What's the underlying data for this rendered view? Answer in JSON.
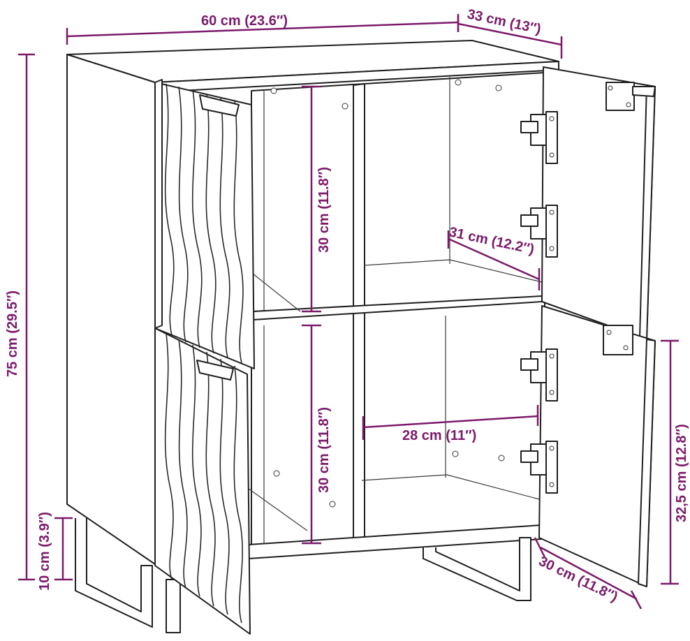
{
  "diagram": {
    "line_color": "#7b1a6b",
    "dimensions": {
      "width": "60 cm (23.6″)",
      "depth": "33 cm (13″)",
      "height": "75 cm (29.5″)",
      "leg_height": "10 cm (3.9″)",
      "compartment_upper": "30 cm (11.8″)",
      "compartment_lower": "30 cm (11.8″)",
      "inner_depth": "31 cm (12.2″)",
      "inner_width": "28 cm (11″)",
      "door_height": "32,5 cm (12.8″)",
      "door_width": "30 cm (11.8″)"
    }
  }
}
